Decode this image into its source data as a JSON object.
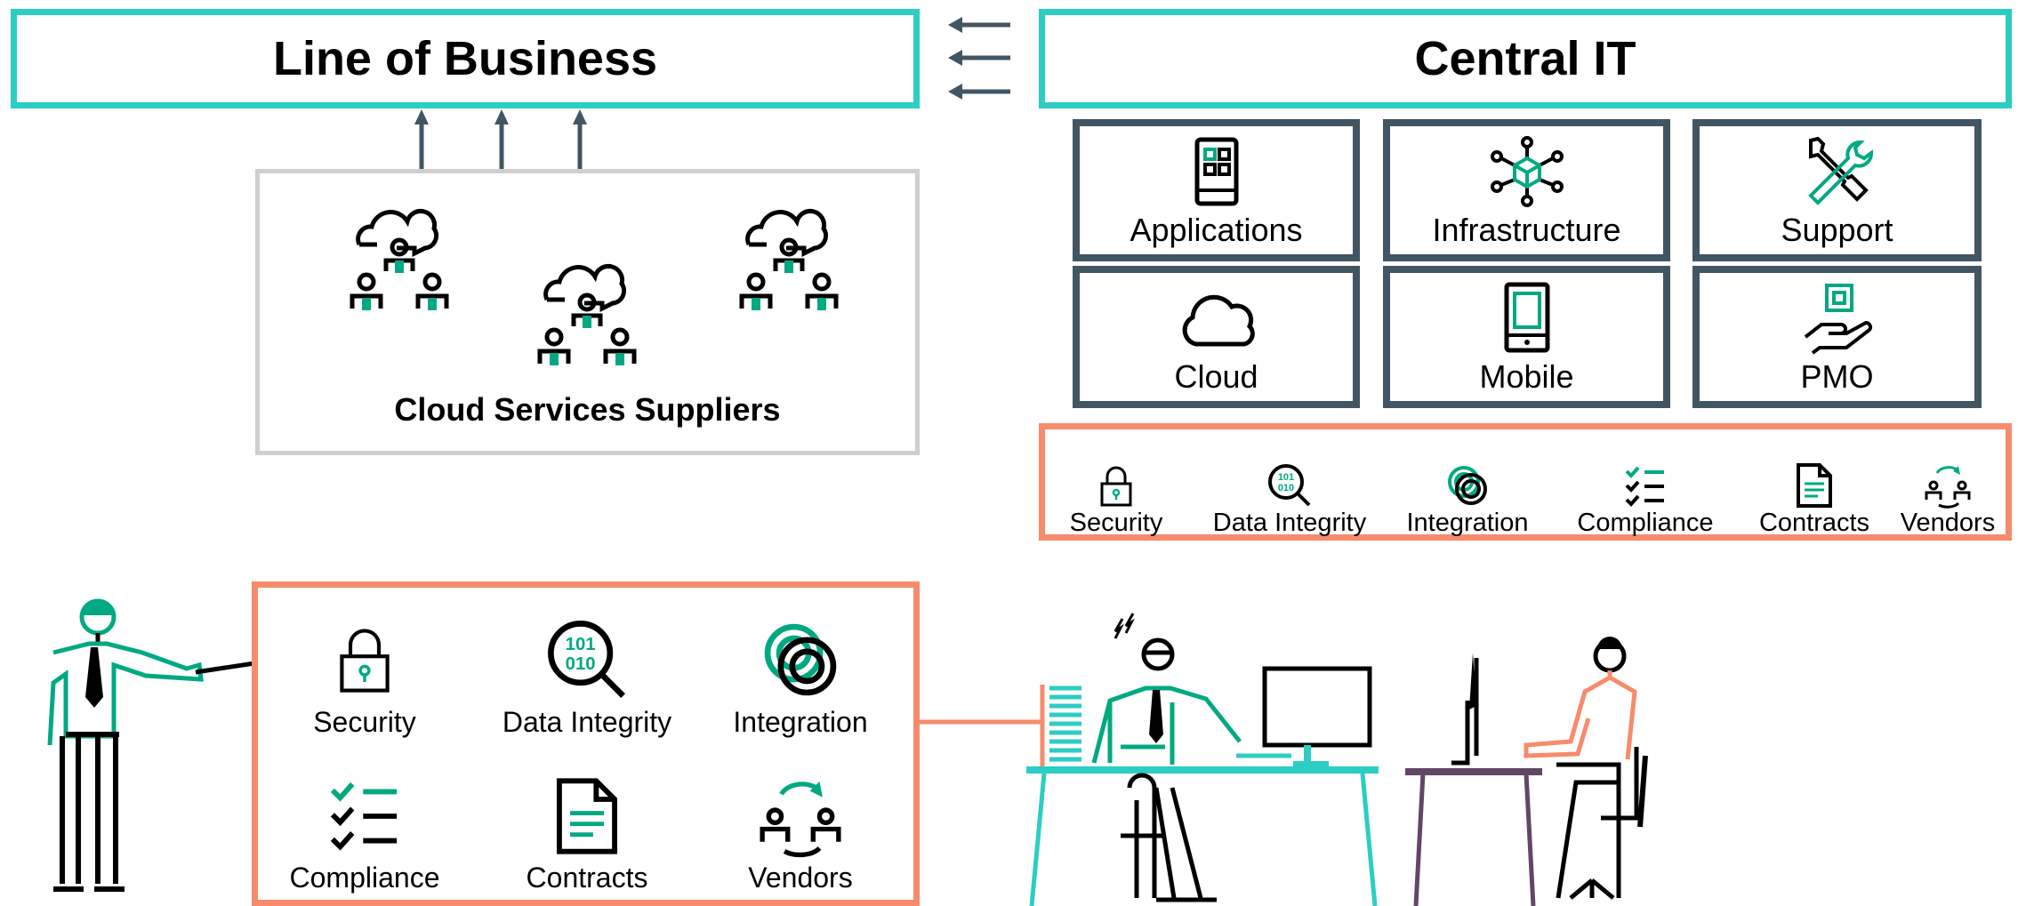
{
  "colors": {
    "teal": "#2ccdc3",
    "green": "#01a982",
    "slate": "#425563",
    "coral": "#f78b6c",
    "gray": "#cfcfcf",
    "purple": "#614767"
  },
  "lob": {
    "title": "Line of Business"
  },
  "central": {
    "title": "Central IT"
  },
  "suppliers": {
    "label": "Cloud Services Suppliers",
    "icon": "org-chart-cloud-icon"
  },
  "it_tiles": [
    {
      "label": "Applications",
      "icon": "app-grid-icon"
    },
    {
      "label": "Infrastructure",
      "icon": "network-cube-icon"
    },
    {
      "label": "Support",
      "icon": "tools-icon"
    },
    {
      "label": "Cloud",
      "icon": "cloud-icon"
    },
    {
      "label": "Mobile",
      "icon": "mobile-icon"
    },
    {
      "label": "PMO",
      "icon": "hand-chip-icon"
    }
  ],
  "governance": [
    {
      "label": "Security",
      "icon": "lock-icon"
    },
    {
      "label": "Data Integrity",
      "icon": "magnifier-binary-icon"
    },
    {
      "label": "Integration",
      "icon": "rings-icon"
    },
    {
      "label": "Compliance",
      "icon": "checklist-icon"
    },
    {
      "label": "Contracts",
      "icon": "document-icon"
    },
    {
      "label": "Vendors",
      "icon": "vendors-exchange-icon"
    }
  ]
}
